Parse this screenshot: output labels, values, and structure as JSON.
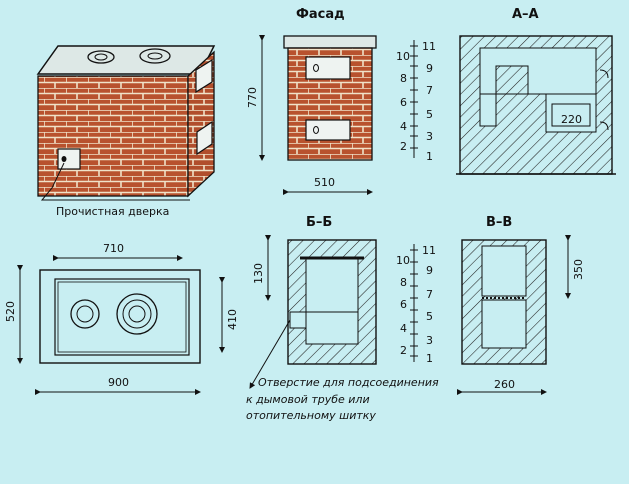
{
  "titles": {
    "facade": "Фасад",
    "section_aa": "А–А",
    "section_bb": "Б–Б",
    "section_vv": "В–В"
  },
  "dimensions": {
    "facade_height": "770",
    "facade_width": "510",
    "aa_opening": "220",
    "plan_top": "710",
    "plan_bottom": "900",
    "plan_left": "520",
    "plan_right": "410",
    "bb_top": "130",
    "vv_right": "350",
    "vv_bottom": "260"
  },
  "row_scale_left": [
    "10",
    "8",
    "6",
    "4",
    "2"
  ],
  "row_scale_right": [
    "11",
    "9",
    "7",
    "5",
    "3",
    "1"
  ],
  "row_scale_left_b": [
    "10",
    "8",
    "6",
    "4",
    "2"
  ],
  "row_scale_right_b": [
    "11",
    "9",
    "7",
    "5",
    "3",
    "1"
  ],
  "labels": {
    "cleanout_door": "Прочистная дверка",
    "chimney_note_1": "Отверстие для подсоединения",
    "chimney_note_2": "к дымовой трубе или",
    "chimney_note_3": "отопительному шитку"
  },
  "colors": {
    "background": "#c8eef2",
    "brick": "#b8522e",
    "mortar": "#f0e2c8",
    "top_plate": "#dde8e6",
    "line": "#111111"
  }
}
